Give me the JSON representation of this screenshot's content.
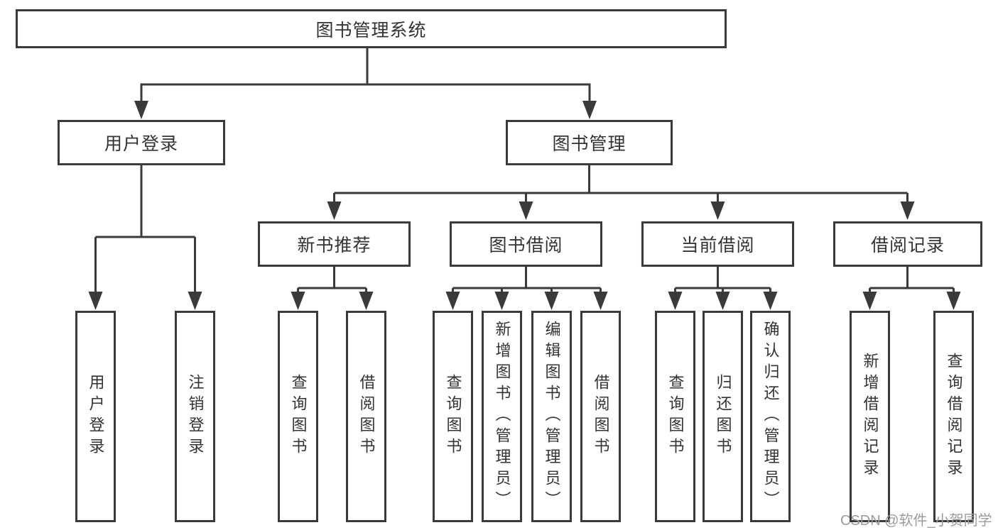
{
  "diagram": {
    "title": "图书管理系统",
    "level2": [
      {
        "label": "用户登录"
      },
      {
        "label": "图书管理"
      }
    ],
    "level3": [
      {
        "label": "新书推荐"
      },
      {
        "label": "图书借阅"
      },
      {
        "label": "当前借阅"
      },
      {
        "label": "借阅记录"
      }
    ],
    "leaves": [
      {
        "label": "用户登录"
      },
      {
        "label": "注销登录"
      },
      {
        "label": "查询图书"
      },
      {
        "label": "借阅图书"
      },
      {
        "label": "查询图书"
      },
      {
        "label": "新增图书（管理员）"
      },
      {
        "label": "编辑图书（管理员）"
      },
      {
        "label": "借阅图书"
      },
      {
        "label": "查询图书"
      },
      {
        "label": "归还图书"
      },
      {
        "label": "确认归还（管理员）"
      },
      {
        "label": "新增借阅记录"
      },
      {
        "label": "查询借阅记录"
      }
    ]
  },
  "watermark": "CSDN @软件_小贺同学",
  "colors": {
    "line": "#3a3a3a",
    "text": "#333333",
    "background": "#ffffff",
    "watermark": "#9b9b9b"
  }
}
